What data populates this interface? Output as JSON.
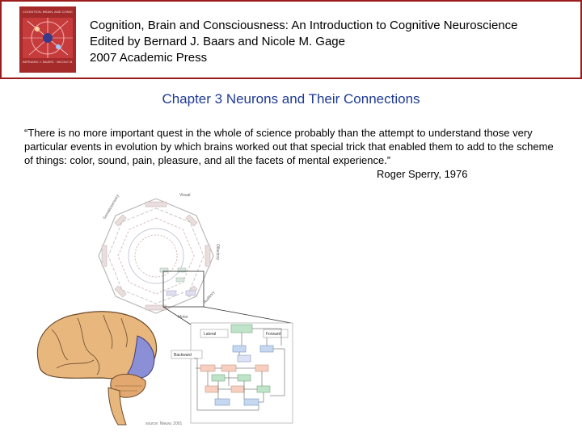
{
  "header": {
    "book_title": "Cognition, Brain and Consciousness: An Introduction to Cognitive Neuroscience",
    "editors": "Edited by Bernard J. Baars and Nicole M. Gage",
    "publisher": "2007 Academic Press",
    "cover_brand": "COGNITION, BRAIN, AND CONSCIOUSNESS",
    "cover_subtitle": "BERNARD J. BAARS · NICOLE M. GAGE"
  },
  "slide": {
    "chapter_title": "Chapter 3 Neurons and Their Connections",
    "quote": "“There is no more important quest in the whole of science probably than the attempt to understand those very particular events in evolution by which brains worked out that special trick that enabled them to add to the scheme of things: color, sound, pain, pleasure, and all the facets of mental experience.”",
    "author": "Roger Sperry, 1976"
  },
  "figure": {
    "labels": {
      "top": "Visual",
      "left": "Somatosensory",
      "right": "Olfactory",
      "bottom_right": "Auditory",
      "bottom": "Motor",
      "lateral": "Lateral",
      "forward": "Forward",
      "backward": "Backward"
    },
    "source": "source: Nieuw, 2001"
  },
  "colors": {
    "header_border": "#9b1c1c",
    "chapter_title": "#1f3a93",
    "brain_tan": "#e8b77e",
    "brain_blue": "#8a8fd6"
  }
}
